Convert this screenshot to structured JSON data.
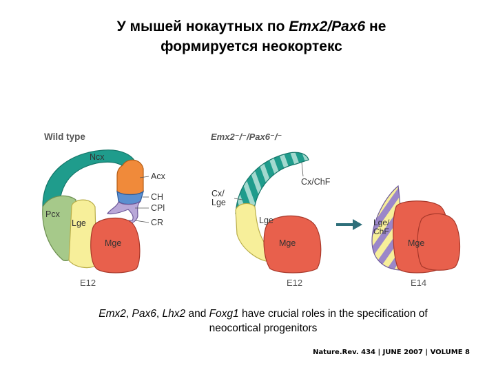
{
  "title": {
    "part1": "У мышей нокаутных по ",
    "part2_italic": "Emx2/Pax6",
    "part3": " не",
    "line2": "формируется неокортекс"
  },
  "panels": {
    "wild_type": {
      "heading": "Wild type",
      "stage": "E12",
      "regions": {
        "ncx": "Ncx",
        "acx": "Acx",
        "ch": "CH",
        "cpl": "CPl",
        "cr": "CR",
        "pcx": "Pcx",
        "lge": "Lge",
        "mge": "Mge"
      }
    },
    "knockout": {
      "heading": "Emx2⁻/⁻/Pax6⁻/⁻",
      "stage": "E12",
      "regions": {
        "cx_chf": "Cx/ChF",
        "cx_lge_line1": "Cx/",
        "cx_lge_line2": "Lge",
        "lge": "Lge",
        "mge": "Mge"
      }
    },
    "knockout_later": {
      "stage": "E14",
      "regions": {
        "lge_line1": "Lge/",
        "lge_line2": "ChF",
        "mge": "Mge"
      }
    }
  },
  "caption": {
    "g1": "Emx2",
    "s1": ", ",
    "g2": "Pax6",
    "s2": ", ",
    "g3": "Lhx2",
    "s3": " and ",
    "g4": "Foxg1",
    "s4": " have crucial roles in the specification of",
    "line2": "neocortical progenitors"
  },
  "citation": "Nature.Rev. 434 | JUNE 2007 | VOLUME 8",
  "colors": {
    "ncx_teal": "#1f9c8c",
    "acx_orange": "#f08a3a",
    "ch_blue": "#5b8fd0",
    "cpl_lilac": "#b9a8d8",
    "pcx_green": "#a6c98a",
    "lge_yellow": "#f7ef9a",
    "mge_red": "#e8604c",
    "stripe_purple": "#9b87c9",
    "arrow_teal": "#2e6f7a"
  }
}
